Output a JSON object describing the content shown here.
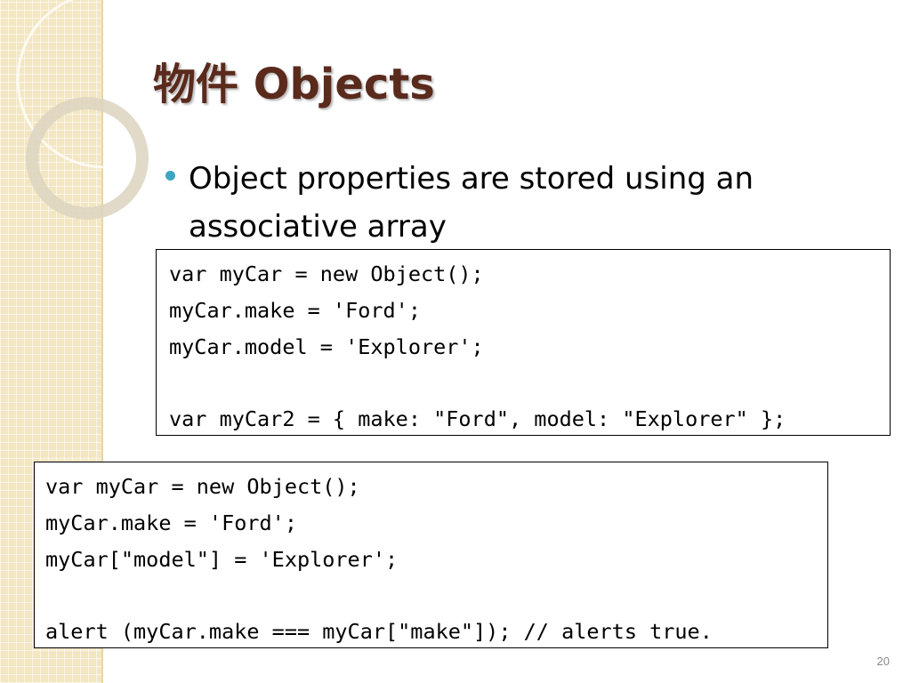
{
  "slide": {
    "title": "物件 Objects",
    "bullet": "Object properties are stored using an associative array",
    "page_number": "20",
    "accent_color": "#3ea6c2",
    "title_color": "#5a2a1c"
  },
  "code_block_1": {
    "lines": [
      "var myCar = new Object();",
      "myCar.make = 'Ford';",
      "myCar.model = 'Explorer';",
      "",
      "var myCar2 = { make: \"Ford\", model: \"Explorer\" };"
    ]
  },
  "code_block_2": {
    "lines": [
      "var myCar = new Object();",
      "myCar.make = 'Ford';",
      "myCar[\"model\"] = 'Explorer';",
      "",
      "alert (myCar.make === myCar[\"make\"]); // alerts true."
    ]
  }
}
